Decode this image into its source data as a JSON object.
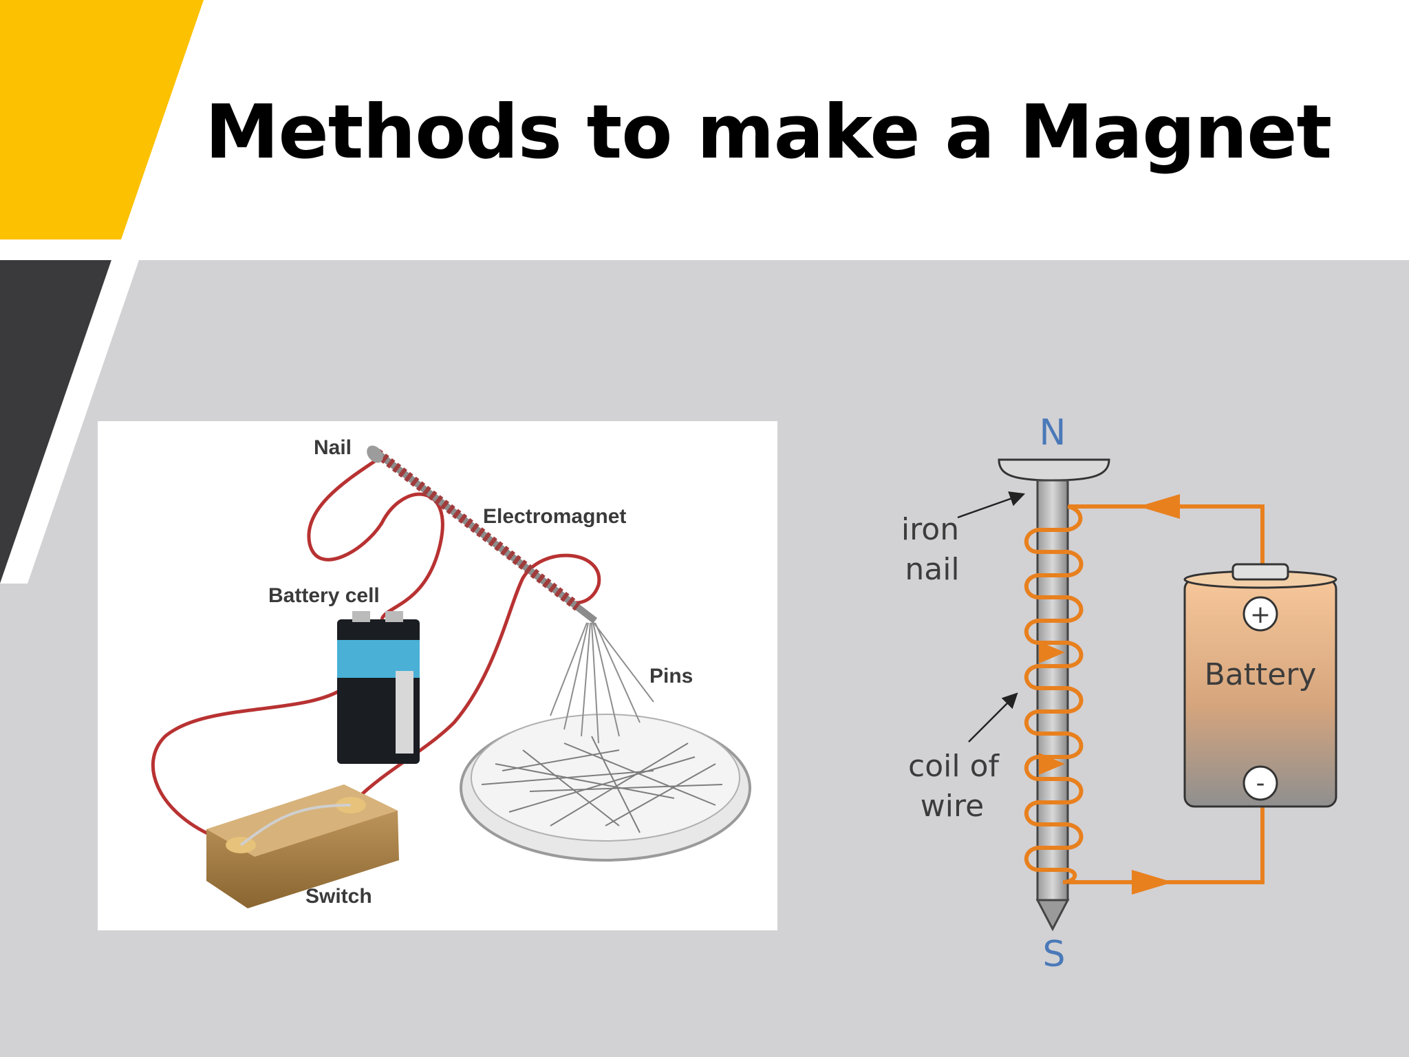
{
  "slide": {
    "title": "Methods to make a Magnet",
    "colors": {
      "accent_yellow": "#fcc100",
      "accent_dark": "#3a3a3c",
      "content_bg": "#d2d1d4",
      "wire_red": "#b83232",
      "coil_orange": "#e8801e",
      "pole_blue": "#4a79b8"
    }
  },
  "left_diagram": {
    "labels": {
      "nail": "Nail",
      "electromagnet": "Electromagnet",
      "battery_cell": "Battery cell",
      "pins": "Pins",
      "switch": "Switch"
    }
  },
  "right_diagram": {
    "labels": {
      "north": "N",
      "south": "S",
      "iron_line1": "iron",
      "iron_line2": "nail",
      "coil_line1": "coil of",
      "coil_line2": "wire",
      "battery": "Battery",
      "plus": "+",
      "minus": "-"
    }
  }
}
